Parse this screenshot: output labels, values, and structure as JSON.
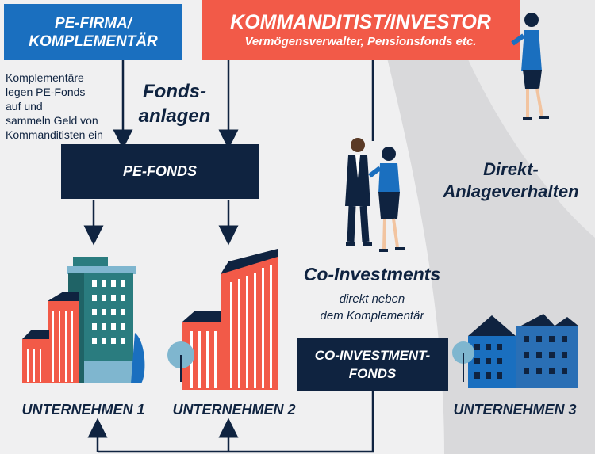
{
  "colors": {
    "navy": "#0f2340",
    "blue": "#1a6fbf",
    "coral": "#f25a48",
    "teal": "#2a7c7f",
    "light_blue": "#7fb6cf",
    "background": "#f0f0f1"
  },
  "boxes": {
    "pe_firma": [
      "PE-FIRMA/",
      "KOMPLEMENTÄR"
    ],
    "investor_title": "KOMMANDITIST/INVESTOR",
    "investor_subtitle": "Vermögensverwalter, Pensionsfonds etc.",
    "pe_fonds": "PE-FONDS",
    "co_investment_fonds": [
      "CO-INVESTMENT-",
      "FONDS"
    ]
  },
  "annotations": {
    "complementary_note": [
      "Komplementäre",
      "legen PE-Fonds",
      "auf und",
      "sammeln Geld von",
      "Kommanditisten ein"
    ],
    "fondsanlagen": [
      "Fonds-",
      "anlagen"
    ],
    "direkt": [
      "Direkt-",
      "Anlageverhalten"
    ],
    "co_investments_title": "Co-Investments",
    "co_investments_sub": [
      "direkt neben",
      "dem Komplementär"
    ]
  },
  "companies": [
    "UNTERNEHMEN 1",
    "UNTERNEHMEN 2",
    "UNTERNEHMEN 3"
  ],
  "icons": [
    "person-standing-icon",
    "handshake-people-icon",
    "building-icon",
    "tree-icon"
  ]
}
